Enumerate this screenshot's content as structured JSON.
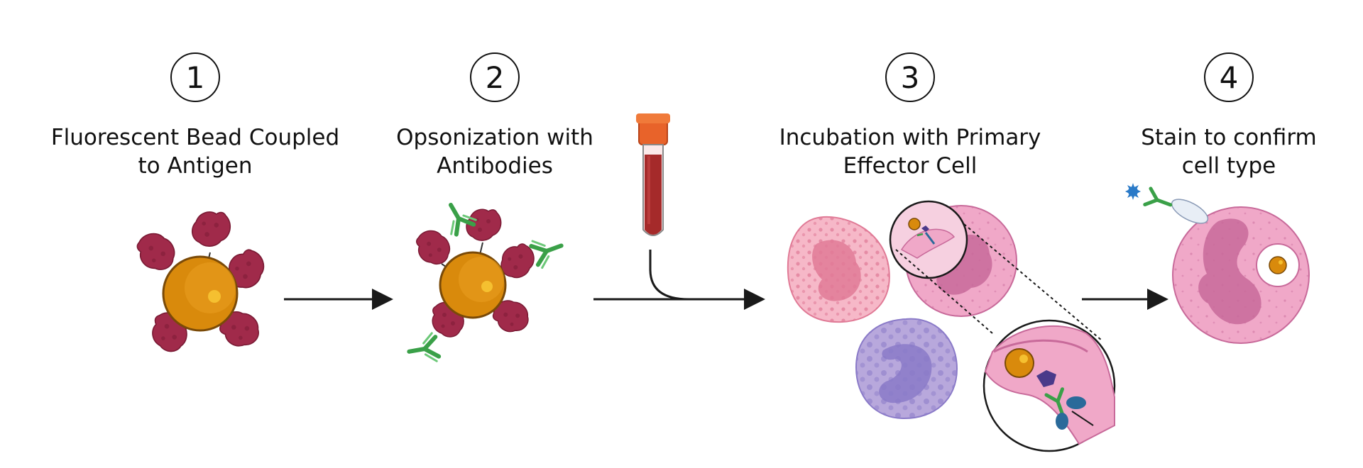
{
  "steps": [
    {
      "number": "1",
      "title_line1": "Fluorescent Bead Coupled",
      "title_line2": "to Antigen"
    },
    {
      "number": "2",
      "title_line1": "Opsonization with",
      "title_line2": "Antibodies"
    },
    {
      "number": "3",
      "title_line1": "Incubation with Primary",
      "title_line2": "Effector Cell"
    },
    {
      "number": "4",
      "title_line1": "Stain to confirm",
      "title_line2": "cell type"
    }
  ],
  "colors": {
    "bead": "#d98a0c",
    "bead_outline": "#7a4a08",
    "antigen": "#a02a4a",
    "antibody": "#3aa048",
    "blood": "#a52a2a",
    "tube_cap": "#e8632a",
    "neutrophil": "#f0a8c8",
    "neutrophil_nucleus": "#c86a9a",
    "eosinophil": "#f6b8c8",
    "eosinophil_nucleus": "#e07a96",
    "basophil": "#b8a8dc",
    "basophil_nucleus": "#8a7ac8",
    "receptor": "#2a6a9a",
    "stain": "#2a7ac8"
  },
  "icons": [
    "fluorescent-bead",
    "antigen",
    "antibody",
    "blood-tube",
    "neutrophil",
    "eosinophil",
    "basophil",
    "zoom-inset",
    "fluorophore"
  ]
}
